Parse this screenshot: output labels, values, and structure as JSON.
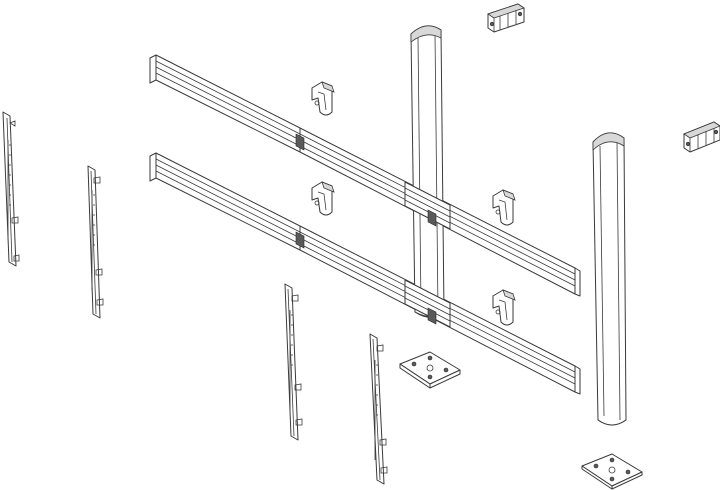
{
  "figure": {
    "background_color": "#ffffff",
    "line_color": "#3a3a3a",
    "parts": [
      {
        "id": "vertical-post",
        "count": 2
      },
      {
        "id": "horizontal-rail",
        "count": 4
      },
      {
        "id": "hook-bracket",
        "count": 4
      },
      {
        "id": "side-bracket",
        "count": 2
      },
      {
        "id": "floor-plate",
        "count": 2
      },
      {
        "id": "vertical-hanger-strip",
        "count": 4
      }
    ]
  }
}
